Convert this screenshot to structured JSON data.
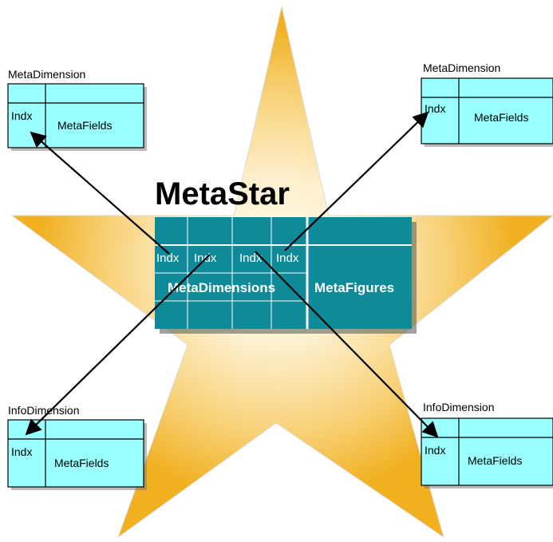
{
  "title": "MetaStar",
  "fact_table": {
    "index_labels": [
      "Indx",
      "Indx",
      "Indx",
      "Indx"
    ],
    "dimensions_label": "MetaDimensions",
    "figures_label": "MetaFigures",
    "fill_color": "#0e8a98"
  },
  "dimension_boxes": [
    {
      "caption": "MetaDimension",
      "index_label": "Indx",
      "fields_label": "MetaFields"
    },
    {
      "caption": "MetaDimension",
      "index_label": "Indx",
      "fields_label": "MetaFields"
    },
    {
      "caption": "InfoDimension",
      "index_label": "Indx",
      "fields_label": "MetaFields"
    },
    {
      "caption": "InfoDimension",
      "index_label": "Indx",
      "fields_label": "MetaFields"
    }
  ],
  "colors": {
    "box_fill": "#99ffff",
    "star_outer": "#f0b020",
    "star_inner": "#fffbe8"
  }
}
